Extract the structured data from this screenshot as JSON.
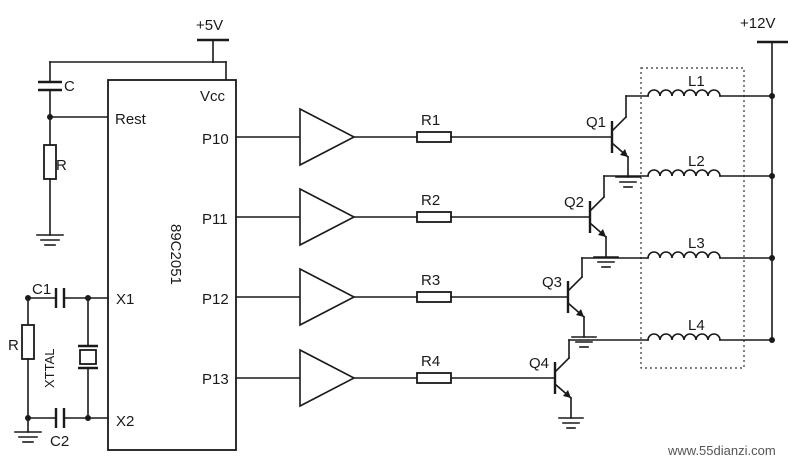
{
  "labels": {
    "vcc_5v": "+5V",
    "vcc_12v": "+12V",
    "cap_c": "C",
    "reset_res": "R",
    "rest_pin": "Rest",
    "vcc_pin": "Vcc",
    "chip_name": "89C2051",
    "osc_res": "R",
    "crystal": "XTTAL",
    "c1": "C1",
    "c2": "C2",
    "x1": "X1",
    "x2": "X2"
  },
  "ports": [
    "P10",
    "P11",
    "P12",
    "P13"
  ],
  "resistors": [
    "R1",
    "R2",
    "R3",
    "R4"
  ],
  "transistors": [
    "Q1",
    "Q2",
    "Q3",
    "Q4"
  ],
  "coils": [
    "L1",
    "L2",
    "L3",
    "L4"
  ],
  "watermark": "www.55dianzi.com"
}
